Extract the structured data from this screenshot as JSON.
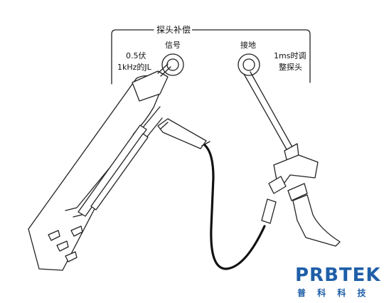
{
  "diagram": {
    "title": "探头补偿",
    "left_note_line1": "0.5伏",
    "left_note_line2": "1kHz的JL",
    "signal_label": "信号",
    "ground_label": "接地",
    "right_note_line1": "1ms时调",
    "right_note_line2": "整探头"
  },
  "logo": {
    "name": "PRBTEK",
    "subtitle": "普 科 科 技",
    "color": "#1f5fa8"
  }
}
